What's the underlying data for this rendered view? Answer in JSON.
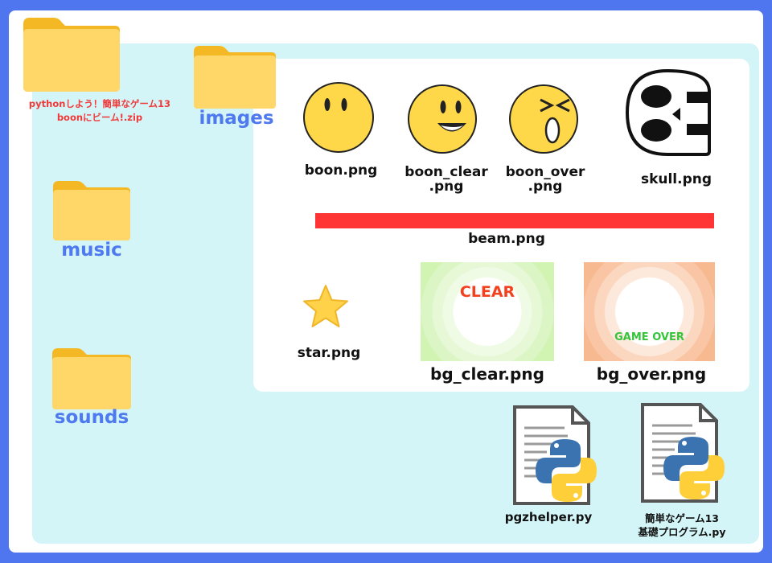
{
  "desktop": {
    "zip_folder": {
      "label_line1": "pythonしよう！簡単なゲーム13",
      "label_line2": "boonにビーム!.zip"
    },
    "images_folder": {
      "label": "images"
    },
    "music_folder": {
      "label": "music"
    },
    "sounds_folder": {
      "label": "sounds"
    }
  },
  "images": {
    "boon": {
      "name": "boon.png"
    },
    "boon_clear": {
      "name_line1": "boon_clear",
      "name_line2": ".png"
    },
    "boon_over": {
      "name_line1": "boon_over",
      "name_line2": ".png"
    },
    "skull": {
      "name": "skull.png"
    },
    "beam": {
      "name": "beam.png"
    },
    "star": {
      "name": "star.png"
    },
    "bg_clear": {
      "name": "bg_clear.png",
      "overlay_text": "CLEAR"
    },
    "bg_over": {
      "name": "bg_over.png",
      "overlay_text": "GAME OVER"
    }
  },
  "python_files": {
    "pgzhelper": {
      "name": "pgzhelper.py"
    },
    "main": {
      "name_line1": "簡単なゲーム13",
      "name_line2": "基礎プログラム.py"
    }
  },
  "colors": {
    "outer_frame": "#4f76ef",
    "panel_cyan": "#d4f5f8",
    "folder_label": "#4f79ef",
    "zip_label": "#f03a3a",
    "beam": "#ff3535",
    "face": "#ffd84a"
  }
}
